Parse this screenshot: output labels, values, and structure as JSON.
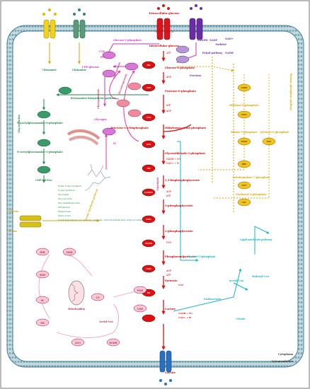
{
  "labels": {
    "extracellular_glucose": "Extracellular glucose",
    "transporter_glut": "GLUT1 - GLUT4",
    "transporter_sglt": "SGLT1",
    "intracellular_glucose": "Intracellular glucose",
    "glucose_1p": "Glucose-1-phosphate",
    "glutamate": "Glutamate",
    "glutamine": "Glutamine",
    "glucose_6p": "Glucose-6-phosphate",
    "hexosamine": "Hexosamine biosynthetic pathway",
    "fructose_6p": "Fructose-6-phosphate",
    "fructose_16bp": "Fructose-1,6-bisphosphate",
    "dhap": "Dihydroxyacetone phosphate",
    "g3p": "Glyceraldehyde-3-phosphate",
    "bpg": "1,3-bisphosphoglycerate",
    "pg3": "3-phosphoglycerate",
    "pg2": "2-phosphoglycerate",
    "pep": "Phosphoenolpyruvate",
    "pyruvate": "Pyruvate",
    "lactate_in": "Lactate",
    "lactate_out": "Lactate",
    "glycerol_3p": "Glycerol-3-phosphate",
    "lipid_synthesis": "Lipid synthesis pathway",
    "oxaloacetate": "Oxaloacetate",
    "citrate": "Citrate",
    "malonyl_coa": "Malonyl-CoA",
    "acetyl_coa": "Acetyl-CoA",
    "glycine": "Glycine",
    "serine": "Serine",
    "cytoplasm": "Cytoplasm",
    "cytomembrane": "Cytomembrane",
    "sorbitol": "Sorbitol",
    "fructose": "Fructose",
    "polyol_pathway": "Polyol pathway",
    "nadph": "NADPH",
    "nadp": "NADP",
    "nad": "NAD+",
    "nadh": "NADH",
    "pentose_phosphate": "Pentose phosphate pathway",
    "ribose_5p": "Ribose-5-phosphate",
    "ribulose_5p": "Ribulose-5-phosphate",
    "xylulose_5p": "Xylulose-5-phosphate",
    "sedoheptulose_7p": "Sedoheptulose-7-phosphate",
    "erythrose_4p": "Erythrose-4-phosphate",
    "glycolysis_label": "Glycolysis",
    "glycogenesis": "Glycogenesis",
    "glycogenolysis": "Glycogenolysis",
    "udp_glucose": "UDP-glucose",
    "glycogen": "Glycogen",
    "glycosylation": "Glycosylation",
    "gluconeogenesis": "Gluconeogenesis",
    "n_acetylglucosamine_6p": "N-acetylglucosamine-6-phosphate",
    "n_acetylglucosamine_1p": "N-acetylglucosamine-1-phosphate",
    "udp_glcnac": "UDP-GlcNAc",
    "glycosylation_list": [
      "Other O-glycosylation",
      "N-glycosylation",
      "Glycolipid",
      "Glycoprotein",
      "Glycosaminoglycans",
      "GPI-anchor",
      "Hyaluronan",
      "Sialic Acids",
      "O-GlcNAcylation of cytosolic, nuclear, mitochondrial and other proteins"
    ],
    "serine_synthesis": "Serine synthesis pathway",
    "tca_enzymes": [
      "IDH",
      "MDH",
      "CS",
      "SDH",
      "SL",
      "FH",
      "ACO",
      "KGDH"
    ],
    "mitochondria": "Mitochondria",
    "acetyl_coa_cs": "Acetyl-CoA",
    "pdh": "PDH",
    "ldh": "LDH",
    "enzymes_pink": [
      "HK",
      "GPI",
      "PFK",
      "ALD",
      "TPI"
    ],
    "enzymes_red": [
      "GAPDH",
      "PGK",
      "PGAM",
      "ENO",
      "PK"
    ],
    "enzymes_ppp": [
      "G6PD",
      "6PGL",
      "6PGD",
      "RPI",
      "RPE",
      "TKT",
      "TAL"
    ],
    "cofactors": {
      "atp": "ATP",
      "adp": "ADP",
      "nadh_h": "NADH + H+",
      "nad_plus": "NAD+ + Pi",
      "h2o": "H2O",
      "co2": "CO2",
      "utp": "UTP",
      "ppi": "PPi",
      "pi": "Pi"
    }
  }
}
